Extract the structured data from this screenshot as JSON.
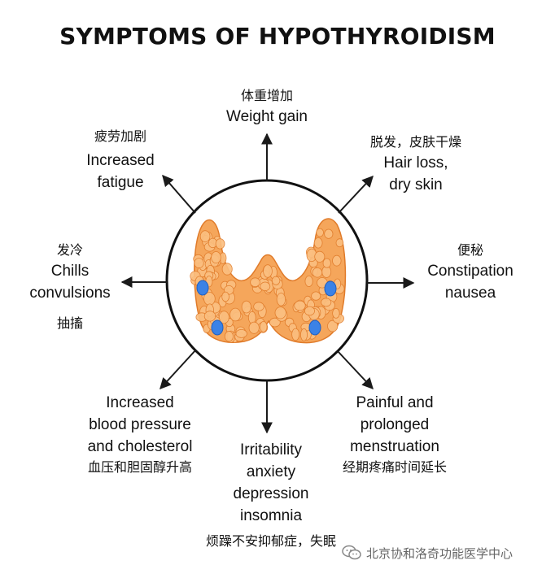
{
  "title": "SYMPTOMS OF HYPOTHYROIDISM",
  "colors": {
    "gland_fill": "#f5a65b",
    "gland_cell": "#fbbf80",
    "gland_stroke": "#e07b2a",
    "spot": "#3b82e6",
    "arrow": "#1a1a1a",
    "circle": "#111111"
  },
  "symptoms": {
    "weight": {
      "zh": "体重增加",
      "en": [
        "Weight gain"
      ]
    },
    "fatigue": {
      "zh": "疲劳加剧",
      "en": [
        "Increased",
        "fatigue"
      ]
    },
    "hair": {
      "zh": "脱发，皮肤干燥",
      "en": [
        "Hair loss,",
        "dry skin"
      ]
    },
    "chills": {
      "zh": "发冷",
      "en": [
        "Chills",
        "convulsions"
      ],
      "zh_bottom": "抽搐"
    },
    "constipation": {
      "zh": "便秘",
      "en": [
        "Constipation",
        "nausea"
      ]
    },
    "blood": {
      "en": [
        "Increased",
        "blood pressure",
        "and cholesterol"
      ],
      "zh": "血压和胆固醇升高"
    },
    "irritability": {
      "en": [
        "Irritability",
        "anxiety",
        "depression",
        "insomnia"
      ],
      "zh": "烦躁不安抑郁症，失眠"
    },
    "menstruation": {
      "en": [
        "Painful and",
        "prolonged",
        "menstruation"
      ],
      "zh": "经期疼痛时间延长"
    }
  },
  "watermark": {
    "text": "北京协和洛奇功能医学中心",
    "icon": "wechat-icon"
  }
}
